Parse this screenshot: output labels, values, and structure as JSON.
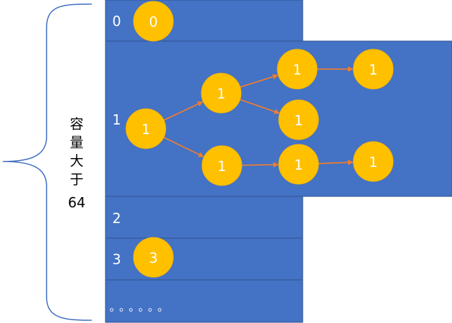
{
  "colors": {
    "cell_fill": "#4472C4",
    "cell_border": "#2F528F",
    "node_fill": "#FFC000",
    "node_stroke": "#F5B400",
    "arrow": "#ED7D31",
    "brace": "#4472C4"
  },
  "brace_label": [
    "容",
    "量",
    "大",
    "于",
    "64"
  ],
  "cells": [
    {
      "index": "0"
    },
    {
      "index": "1"
    },
    {
      "index": "2"
    },
    {
      "index": "3"
    }
  ],
  "ellipsis": "。。。。。。",
  "nodes": [
    {
      "id": "n0",
      "label": "0"
    },
    {
      "id": "n1a",
      "label": "1"
    },
    {
      "id": "n1b",
      "label": "1"
    },
    {
      "id": "n1c",
      "label": "1"
    },
    {
      "id": "n1d",
      "label": "1"
    },
    {
      "id": "n1e",
      "label": "1"
    },
    {
      "id": "n1f",
      "label": "1"
    },
    {
      "id": "n1g",
      "label": "1"
    },
    {
      "id": "n1h",
      "label": "1"
    },
    {
      "id": "n3",
      "label": "3"
    }
  ],
  "edges": [
    {
      "from": "n1a",
      "to": "n1b"
    },
    {
      "from": "n1a",
      "to": "n1f"
    },
    {
      "from": "n1b",
      "to": "n1c"
    },
    {
      "from": "n1b",
      "to": "n1e"
    },
    {
      "from": "n1c",
      "to": "n1d"
    },
    {
      "from": "n1f",
      "to": "n1g"
    },
    {
      "from": "n1g",
      "to": "n1h"
    }
  ]
}
